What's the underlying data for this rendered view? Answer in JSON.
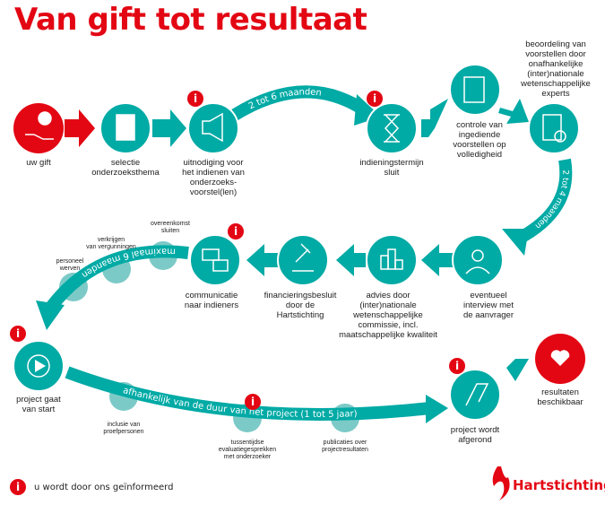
{
  "title": "Van gift tot resultaat",
  "colors": {
    "red": "#e30613",
    "teal": "#00aaa5",
    "light_teal": "#7ccac7"
  },
  "steps": {
    "gift": "uw gift",
    "selectie": "selectie\nonderzoeksthema",
    "uitnodiging": "uitnodiging voor\nhet indienen van\nonderzoeks-\nvoorstel(len)",
    "indiening": "indieningstermijn\nsluit",
    "controle": "controle van\ningediende\nvoorstellen op\nvolledigheid",
    "beoordeling": "beoordeling van\nvoorstellen door\nonafhankelijke\n(inter)nationale\nwetenschappelijke\nexperts",
    "interview": "eventueel\ninterview met\nde aanvrager",
    "advies": "advies door\n(inter)nationale\nwetenschappelijke\ncommissie, incl.\nmaatschappelijke kwaliteit",
    "financiering": "financieringsbesluit\ndoor de\nHartstichting",
    "communicatie": "communicatie\nnaar indieners",
    "start": "project gaat\nvan start",
    "afgerond": "project wordt\nafgerond",
    "resultaten": "resultaten\nbeschikbaar"
  },
  "durations": {
    "d1": "2 tot 6 maanden",
    "d2": "2 tot 4 maanden",
    "d3": "maximaal 6 maanden",
    "d4": "afhankelijk van de duur van het project (1 tot 5 jaar)"
  },
  "substeps": {
    "overeenkomst": "overeenkomst\nsluiten",
    "vergunningen": "verkrijgen\nvan vergunningen",
    "personeel": "personeel\nwerven",
    "inclusie": "inclusie van\nproefpersonen",
    "evaluatie": "tussentijdse\nevaluatiegesprekken\nmet onderzoeker",
    "publicaties": "publicaties over\nprojectresultaten"
  },
  "legend": "u wordt door ons geïnformeerd",
  "logo": "Hartstichting"
}
